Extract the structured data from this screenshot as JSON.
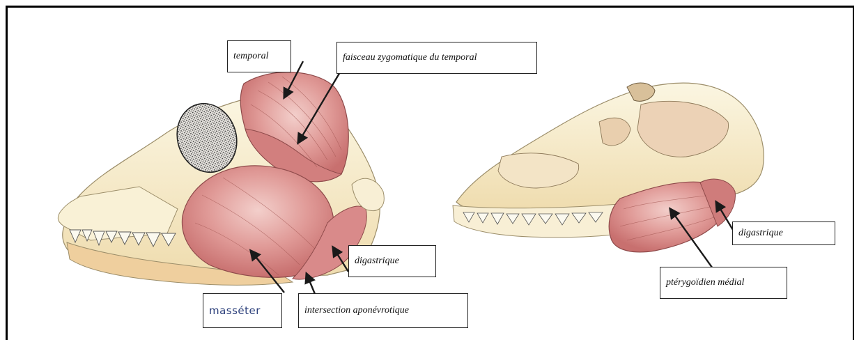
{
  "labels": {
    "temporal": "temporal",
    "faisceau": "faisceau zygomatique du temporal",
    "digastrique_left": "digastrique",
    "masseter": "masséter",
    "intersection": "intersection aponévrotique",
    "digastrique_right": "digastrique",
    "pterygoidien": "ptérygoïdien médial"
  },
  "colors": {
    "muscle": "#d98a8a",
    "muscle_highlight": "#f1c6c2",
    "bone": "#f6eed0",
    "bone_shadow": "#e8d3a8",
    "tooth": "#fbf9ef",
    "arrow": "#1a1a1a",
    "masseter_text": "#2a3e7a"
  }
}
